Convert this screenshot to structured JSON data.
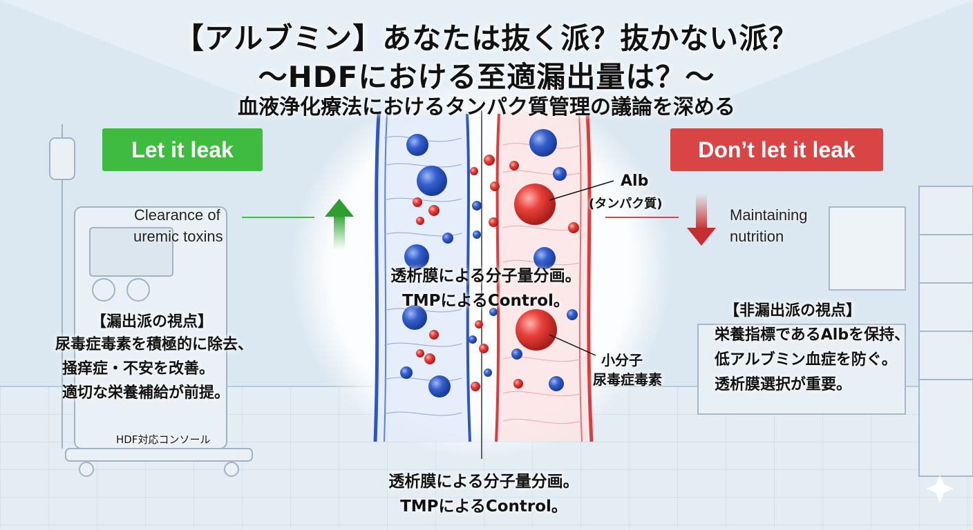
{
  "title": {
    "line1": "【アルブミン】あなたは抜く派？抜かない派？",
    "line2": "〜HDFにおける至適漏出量は？〜",
    "subtitle": "血液浄化療法におけるタンパク質管理の議論を深める"
  },
  "left": {
    "badge": "Let it leak",
    "badge_color": "#3fbc3f",
    "arrow_label_1": "Clearance of",
    "arrow_label_2": "uremic toxins",
    "arrow_direction": "up",
    "view_title": "【漏出派の視点】",
    "view_lines": [
      "尿毒症毒素を積極的に除去、",
      "掻痒症・不安を改善。",
      "適切な栄養補給が前提。"
    ],
    "console_label": "HDF対応コンソール"
  },
  "right": {
    "badge": "Don’t let it leak",
    "badge_color": "#d94444",
    "arrow_label_1": "Maintaining",
    "arrow_label_2": "nutrition",
    "arrow_direction": "down",
    "view_title": "【非漏出派の視点】",
    "view_lines": [
      "栄養指標であるAlbを保持、",
      "低アルブミン血症を防ぐ。",
      "透析膜選択が重要。"
    ]
  },
  "diagram": {
    "alb_label": "Alb",
    "alb_sub": "(タンパク質)",
    "small_label_1": "小分子",
    "small_label_2": "尿毒症毒素",
    "center_line1": "透析膜による分子量分画。",
    "center_line2": "TMPによるControl。",
    "bottom_line1": "透析膜による分子量分画。",
    "bottom_line2": "TMPによるControl。",
    "blue_color": "#2b55c8",
    "red_color": "#e03a3a"
  }
}
